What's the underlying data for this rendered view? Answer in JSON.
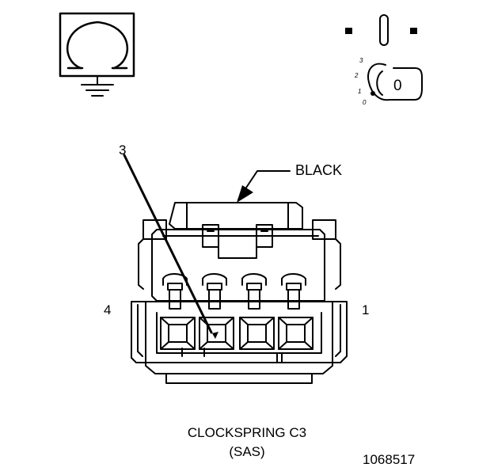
{
  "diagram": {
    "connector_color": "BLACK",
    "callout_pin": "3",
    "pin_left": "4",
    "pin_right": "1",
    "title_line1": "CLOCKSPRING C3",
    "title_line2": "(SAS)",
    "figure_number": "1068517",
    "ignition_key": {
      "key_label": "0",
      "positions": [
        "3",
        "2",
        "1",
        "0"
      ]
    }
  }
}
